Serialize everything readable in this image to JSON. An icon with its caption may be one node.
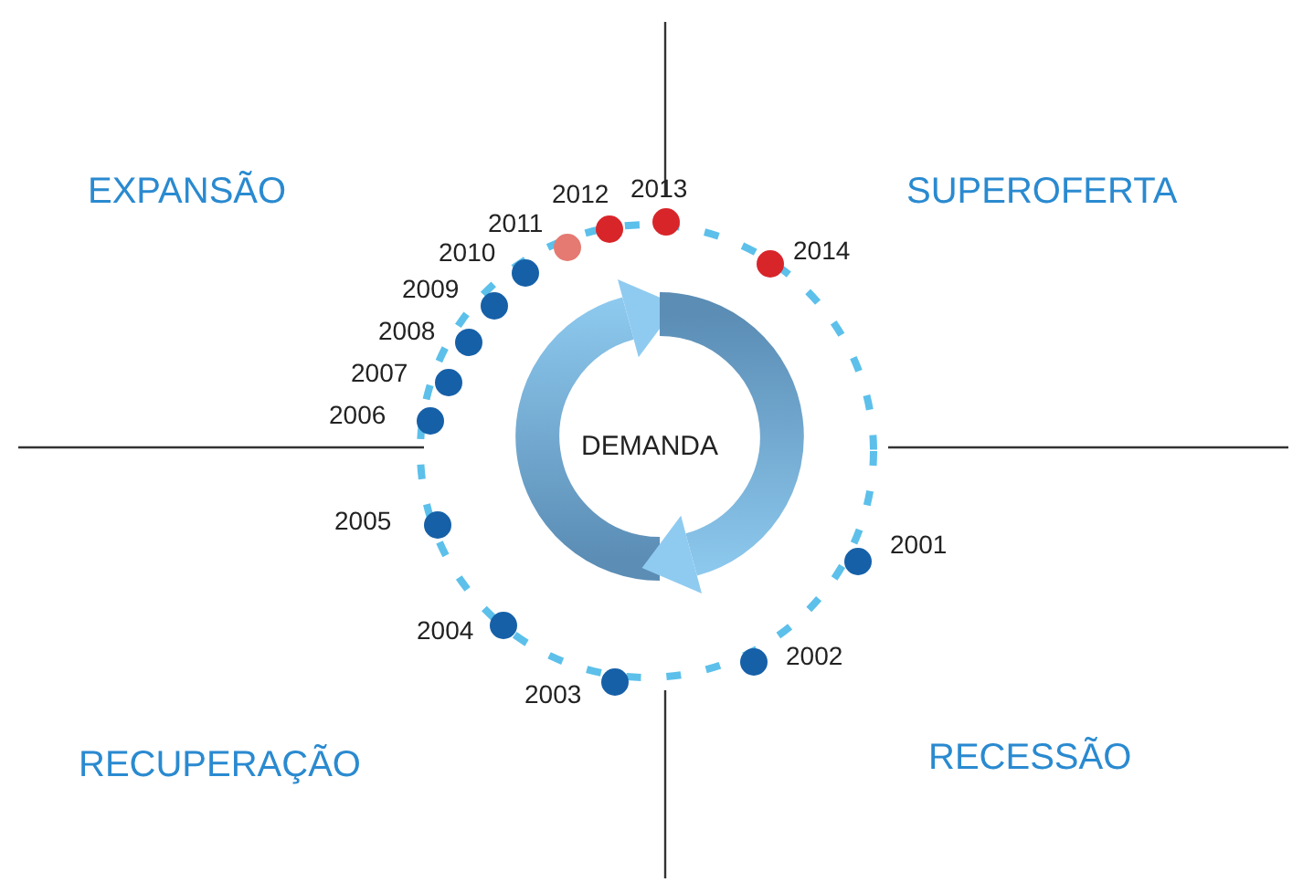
{
  "diagram": {
    "nodes": [
      {
        "text": [],
        "shape": "circle",
        "beside": [
          "2001"
        ]
      },
      {
        "text": [],
        "shape": "circle",
        "beside": [
          "2002"
        ]
      },
      {
        "text": [],
        "shape": "circle",
        "beside": [
          "2003"
        ]
      },
      {
        "text": [],
        "shape": "circle",
        "beside": [
          "2004"
        ]
      },
      {
        "text": [],
        "shape": "circle",
        "beside": [
          "2005"
        ]
      },
      {
        "text": [],
        "shape": "circle",
        "beside": [
          "2006"
        ]
      },
      {
        "text": [],
        "shape": "circle",
        "beside": [
          "2007"
        ]
      },
      {
        "text": [],
        "shape": "circle",
        "beside": [
          "2008"
        ]
      },
      {
        "text": [],
        "shape": "circle",
        "beside": [
          "2009"
        ]
      },
      {
        "text": [],
        "shape": "circle",
        "beside": [
          "2010"
        ]
      },
      {
        "text": [],
        "shape": "circle",
        "beside": [
          "2011"
        ]
      },
      {
        "text": [],
        "shape": "circle",
        "beside": [
          "2012"
        ]
      },
      {
        "text": [],
        "shape": "circle",
        "beside": [
          "2013"
        ]
      },
      {
        "text": [],
        "shape": "circle",
        "beside": [
          "2014"
        ]
      }
    ],
    "labels": [
      "EXPANSÃO",
      "SUPEROFERTA",
      "DEMANDA",
      "RECUPERAÇÃO",
      "RECESSÃO"
    ]
  }
}
